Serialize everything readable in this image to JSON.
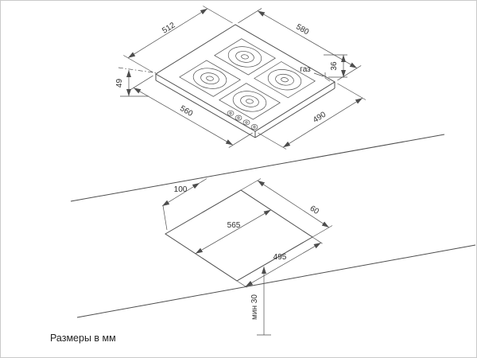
{
  "caption": "Размеры в мм",
  "hob_view": {
    "dim_512": "512",
    "dim_580": "580",
    "gas_label": "газ",
    "dim_36": "36",
    "dim_49": "49",
    "dim_560": "560",
    "dim_490": "490"
  },
  "cutout_view": {
    "dim_100": "100",
    "dim_565": "565",
    "dim_495": "495",
    "dim_60": "60",
    "dim_min30": "мин 30"
  },
  "colors": {
    "line": "#4d4d4d",
    "text": "#2e2e2e",
    "background": "#ffffff",
    "frame": "#c9c9c9"
  }
}
